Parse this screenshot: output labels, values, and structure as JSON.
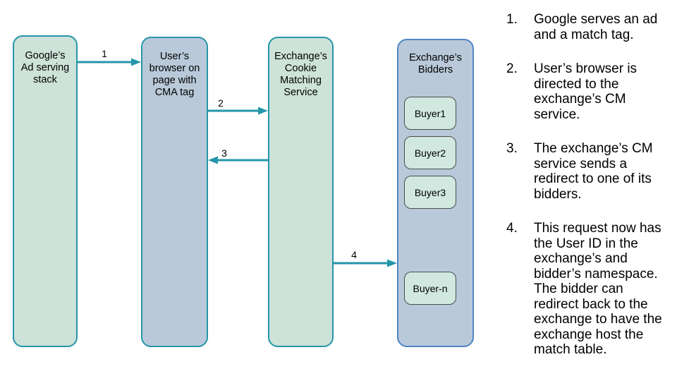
{
  "colors": {
    "teal": "#2596aa",
    "mint_fill": "#cde2d8",
    "blue_fill": "#b9c9d9",
    "blue_border": "#4f86c6",
    "buyer_fill": "#d0e8df",
    "buyer_border": "#4d4d4d",
    "text": "#000000",
    "background": "#ffffff"
  },
  "diagram": {
    "nodes": [
      {
        "id": "google-ad-serving",
        "label": "Google’s Ad serving stack"
      },
      {
        "id": "user-browser",
        "label": "User’s browser on page with CMA tag"
      },
      {
        "id": "exchange-cm-service",
        "label": "Exchange’s Cookie Matching Service"
      },
      {
        "id": "exchange-bidders",
        "label": "Exchange’s Bidders"
      }
    ],
    "buyers": [
      "Buyer1",
      "Buyer2",
      "Buyer3",
      "Buyer-n"
    ],
    "arrow_labels": [
      "1",
      "2",
      "3",
      "4"
    ]
  },
  "steps": {
    "items": [
      {
        "num": "1.",
        "text": "Google serves an ad and a match tag."
      },
      {
        "num": "2.",
        "text": "User’s browser is directed to the exchange’s CM service."
      },
      {
        "num": "3.",
        "text": "The exchange’s CM service sends a redirect to one of its bidders."
      },
      {
        "num": "4.",
        "text": "This request now has the User ID in the exchange’s and bidder’s namespace. The bidder can redirect back to the exchange to have the exchange host the match table."
      }
    ]
  }
}
